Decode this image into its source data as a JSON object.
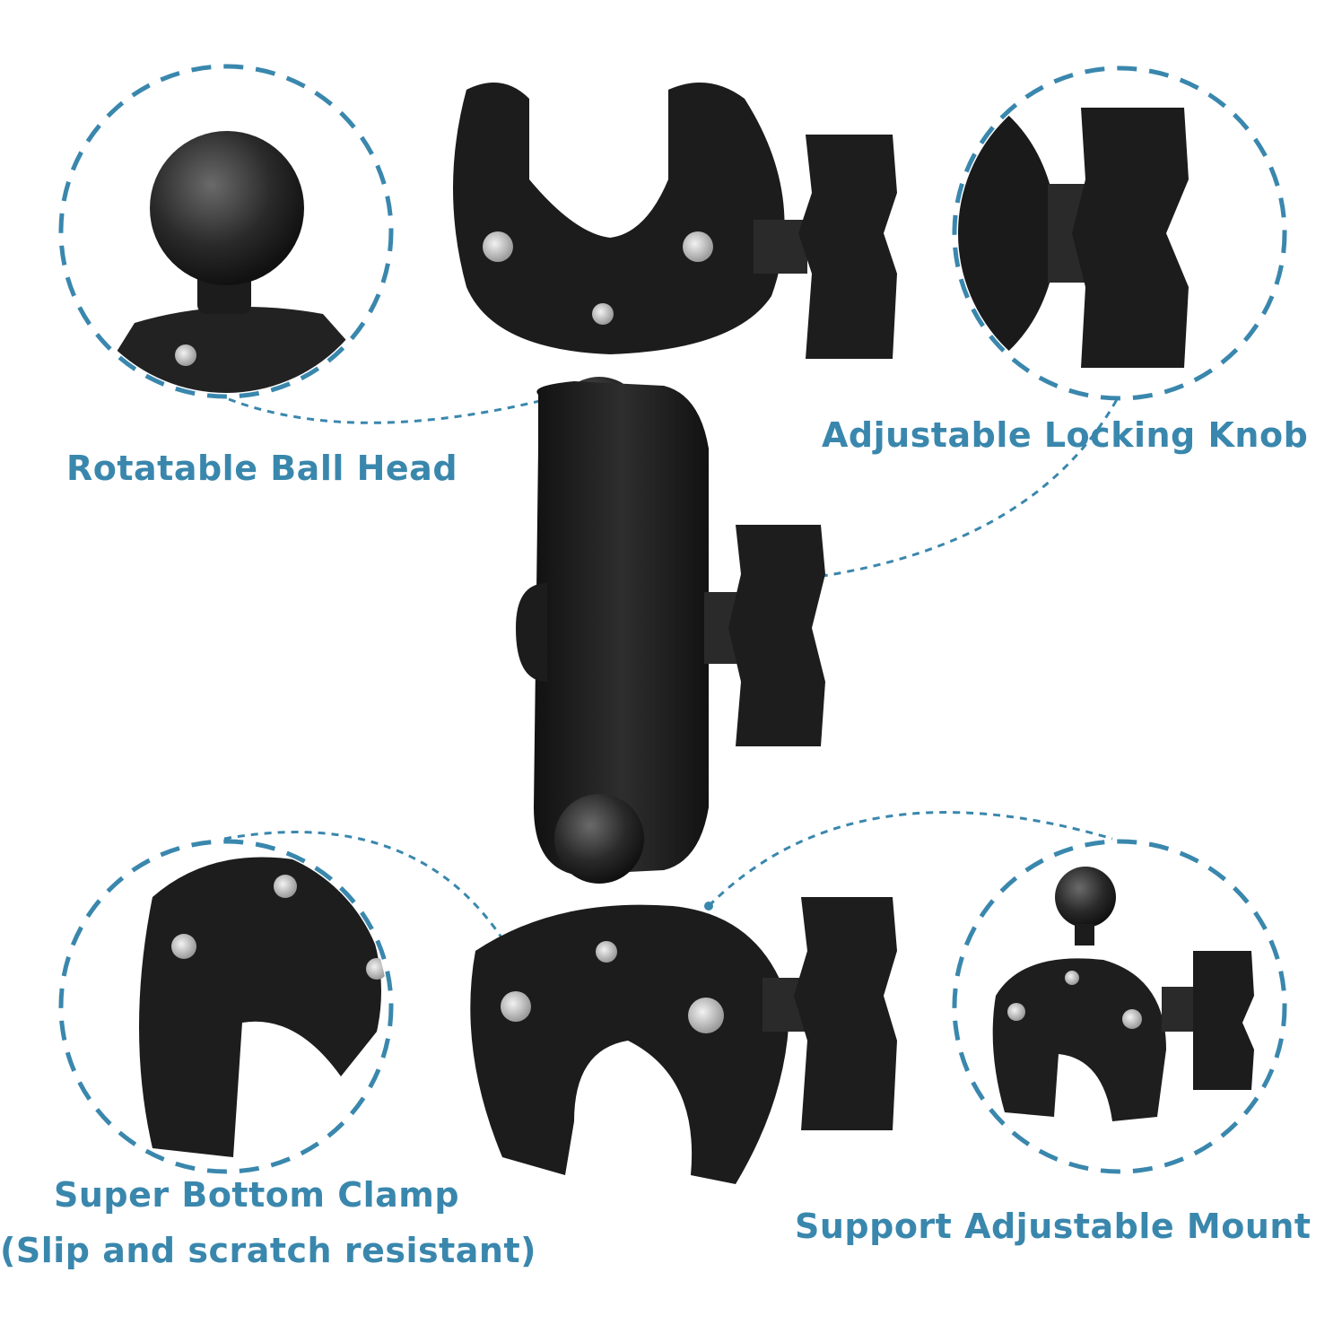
{
  "colors": {
    "accent": "#3a87ad",
    "product": "#1b1b1b",
    "background": "#ffffff"
  },
  "callouts": [
    {
      "id": "ball-head",
      "label": "Rotatable Ball Head"
    },
    {
      "id": "locking-knob",
      "label": "Adjustable Locking Knob"
    },
    {
      "id": "bottom-clamp",
      "label_line1": "Super Bottom Clamp",
      "label_line2": "(Slip and scratch resistant)"
    },
    {
      "id": "adjustable-mount",
      "label": "Support Adjustable Mount"
    }
  ]
}
